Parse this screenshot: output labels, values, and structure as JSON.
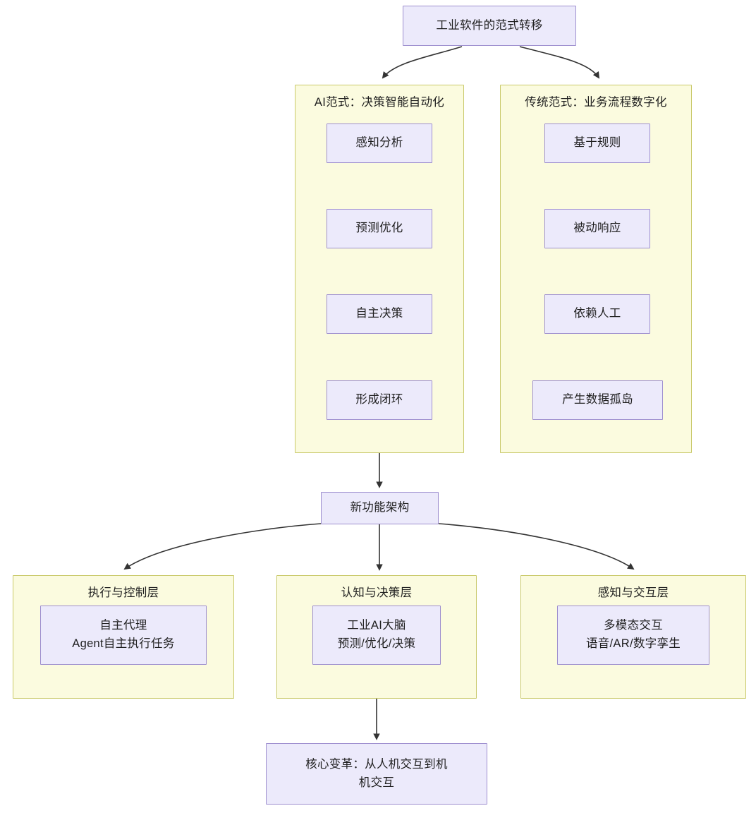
{
  "diagram": {
    "title_node": {
      "label": "工业软件的范式转移"
    },
    "paradigms": [
      {
        "title": "AI范式：决策智能自动化",
        "nodes": [
          {
            "label": "感知分析"
          },
          {
            "label": "预测优化"
          },
          {
            "label": "自主决策"
          },
          {
            "label": "形成闭环"
          }
        ]
      },
      {
        "title": "传统范式：业务流程数字化",
        "nodes": [
          {
            "label": "基于规则"
          },
          {
            "label": "被动响应"
          },
          {
            "label": "依赖人工"
          },
          {
            "label": "产生数据孤岛"
          }
        ]
      }
    ],
    "architecture_node": {
      "label": "新功能架构"
    },
    "layers": [
      {
        "title": "执行与控制层",
        "node_line1": "自主代理",
        "node_line2": "Agent自主执行任务"
      },
      {
        "title": "认知与决策层",
        "node_line1": "工业AI大脑",
        "node_line2": "预测/优化/决策"
      },
      {
        "title": "感知与交互层",
        "node_line1": "多模态交互",
        "node_line2": "语音/AR/数字孪生"
      }
    ],
    "conclusion_node": {
      "line1": "核心变革：从人机交互到机",
      "line2": "机交互"
    },
    "colors": {
      "node_fill": "#eceafb",
      "node_border": "#9e8fcf",
      "subgraph_fill": "#fbfbdf",
      "subgraph_border": "#c9c96a",
      "edge": "#333333",
      "text": "#1f1f1f",
      "background": "#ffffff"
    }
  }
}
